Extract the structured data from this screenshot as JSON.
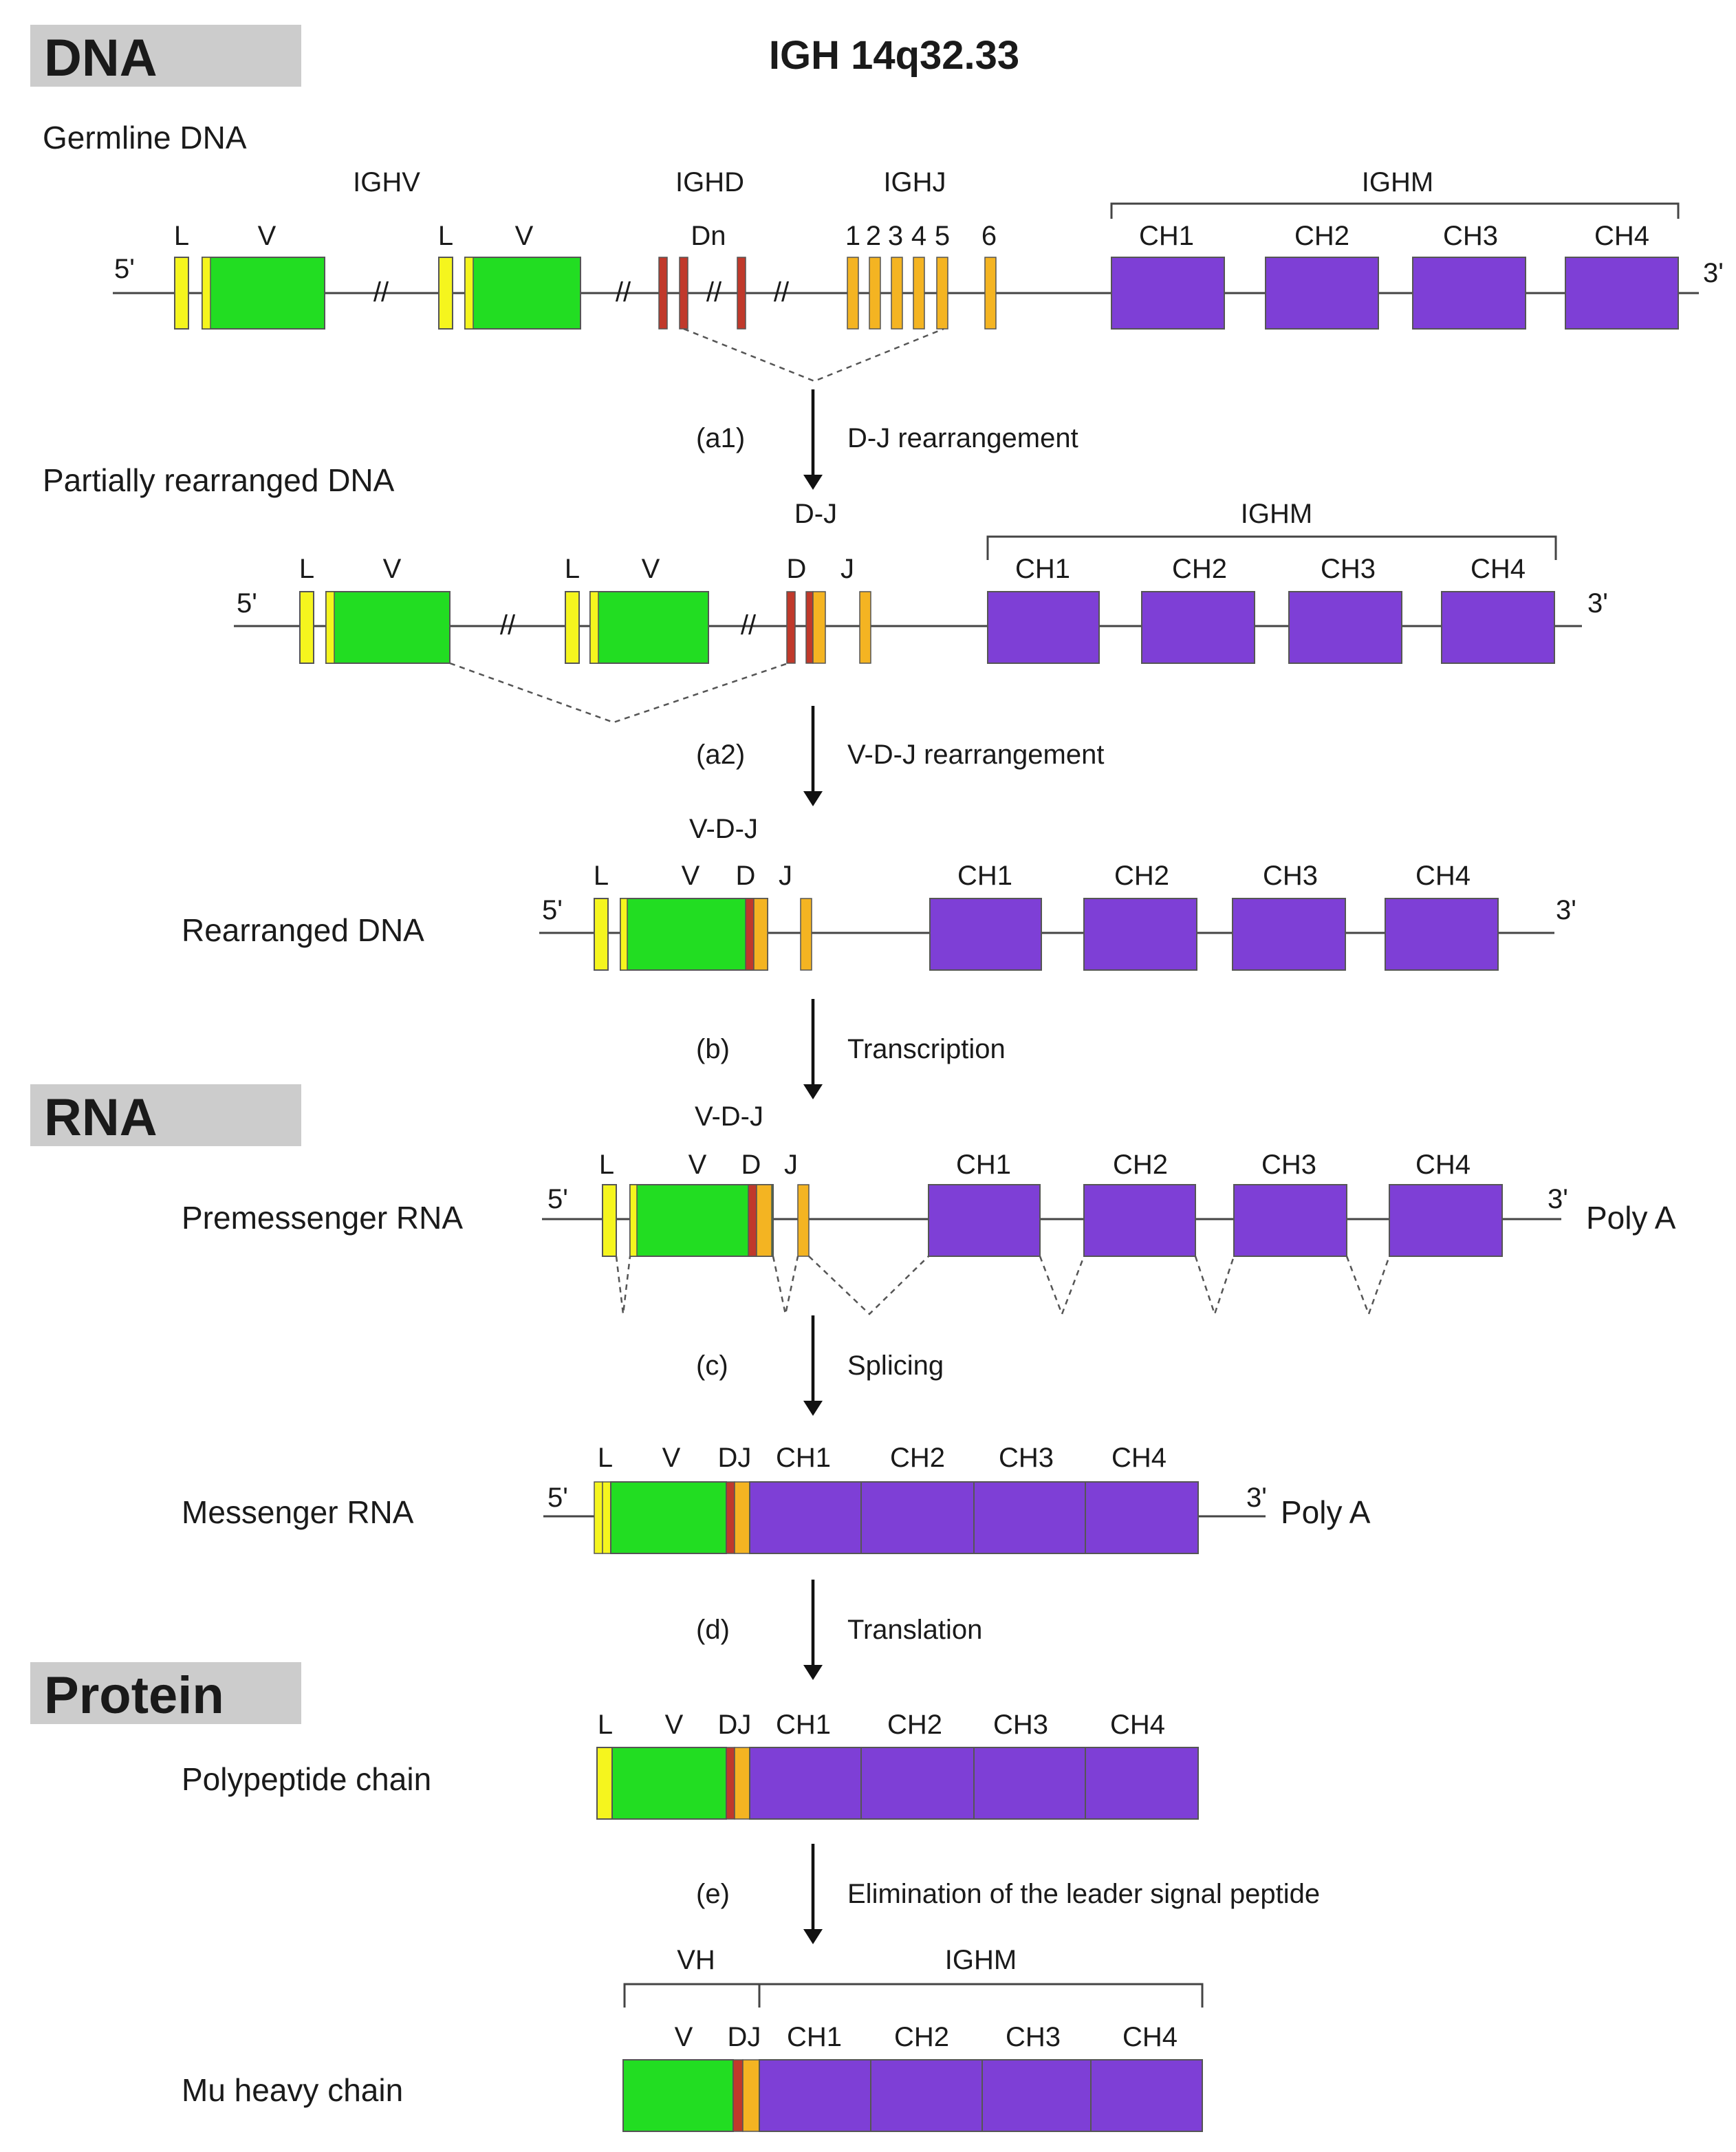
{
  "title": "IGH 14q32.33",
  "colors": {
    "leader": "#f5f51e",
    "v": "#22dd22",
    "d": "#c0392b",
    "j": "#f4b422",
    "c": "#7e3fd6"
  },
  "sections": {
    "dna": "DNA",
    "rna": "RNA",
    "protein": "Protein"
  },
  "rows": {
    "germline": "Germline DNA",
    "partial": "Partially rearranged DNA",
    "rearranged": "Rearranged DNA",
    "premrna": "Premessenger RNA",
    "mrna": "Messenger RNA",
    "polypeptide": "Polypeptide chain",
    "mu": "Mu heavy chain"
  },
  "steps": {
    "a1": {
      "tag": "(a1)",
      "label": "D-J rearrangement"
    },
    "a2": {
      "tag": "(a2)",
      "label": "V-D-J rearrangement"
    },
    "b": {
      "tag": "(b)",
      "label": "Transcription"
    },
    "c": {
      "tag": "(c)",
      "label": "Splicing"
    },
    "d": {
      "tag": "(d)",
      "label": "Translation"
    },
    "e": {
      "tag": "(e)",
      "label": "Elimination of the leader signal peptide"
    }
  },
  "labels": {
    "five": "5'",
    "three": "3'",
    "polya": "Poly A",
    "L": "L",
    "V": "V",
    "D": "D",
    "J": "J",
    "DJ": "DJ",
    "Dn": "Dn",
    "IGHV": "IGHV",
    "IGHD": "IGHD",
    "IGHJ": "IGHJ",
    "IGHM": "IGHM",
    "DJgroup": "D-J",
    "VDJ": "V-D-J",
    "VH": "VH",
    "j1": "1",
    "j2": "2",
    "j3": "3",
    "j4": "4",
    "j5": "5",
    "j6": "6",
    "ch1": "CH1",
    "ch2": "CH2",
    "ch3": "CH3",
    "ch4": "CH4",
    "break": "//"
  }
}
